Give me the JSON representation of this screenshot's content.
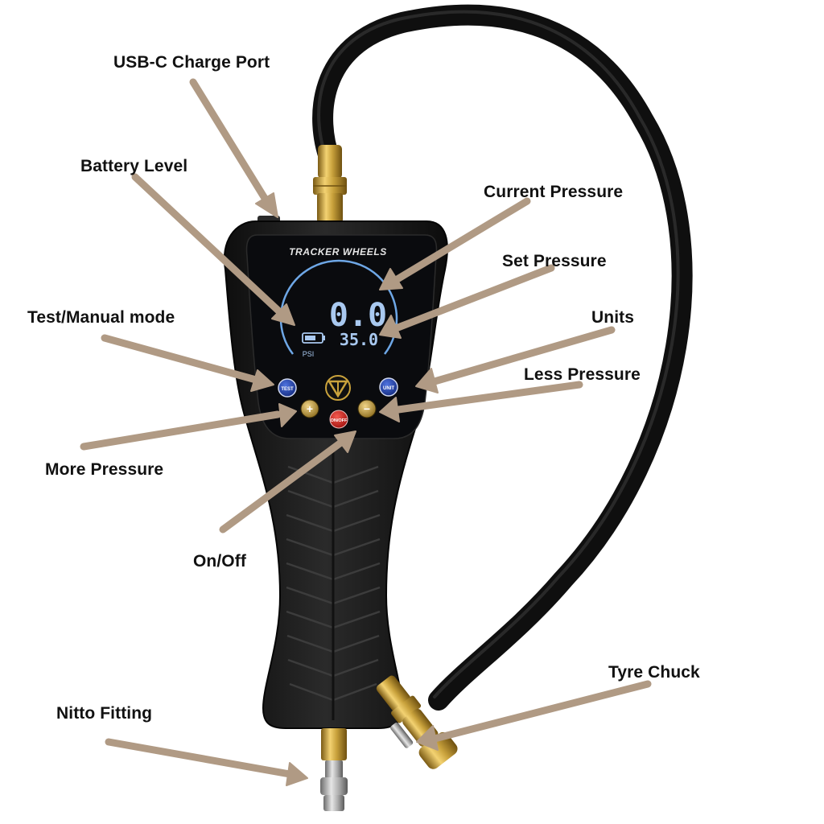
{
  "labels": {
    "usb_c": "USB-C Charge Port",
    "battery": "Battery Level",
    "current_pressure": "Current Pressure",
    "set_pressure": "Set Pressure",
    "test_manual": "Test/Manual mode",
    "units": "Units",
    "less_pressure": "Less Pressure",
    "more_pressure": "More Pressure",
    "on_off": "On/Off",
    "tyre_chuck": "Tyre Chuck",
    "nitto_fitting": "Nitto Fitting"
  },
  "device": {
    "brand": "TRACKER WHEELS",
    "current_reading": "0.0",
    "set_reading": "35.0",
    "unit": "PSI",
    "buttons": {
      "test": "TEST",
      "unit": "UNIT",
      "plus": "+",
      "minus": "−",
      "power": "ON/OFF"
    }
  },
  "colors": {
    "arrow": "#b09a84",
    "body": "#1c1c1c",
    "screen": "#0b0d10",
    "lcd": "#a9c9f0",
    "brass": "#c9a23c",
    "hose": "#141414",
    "test_button": "#1f3fa8",
    "unit_button": "#1f3fa8",
    "plus_minus_button": "#c9a23c",
    "power_button": "#d4201b"
  }
}
